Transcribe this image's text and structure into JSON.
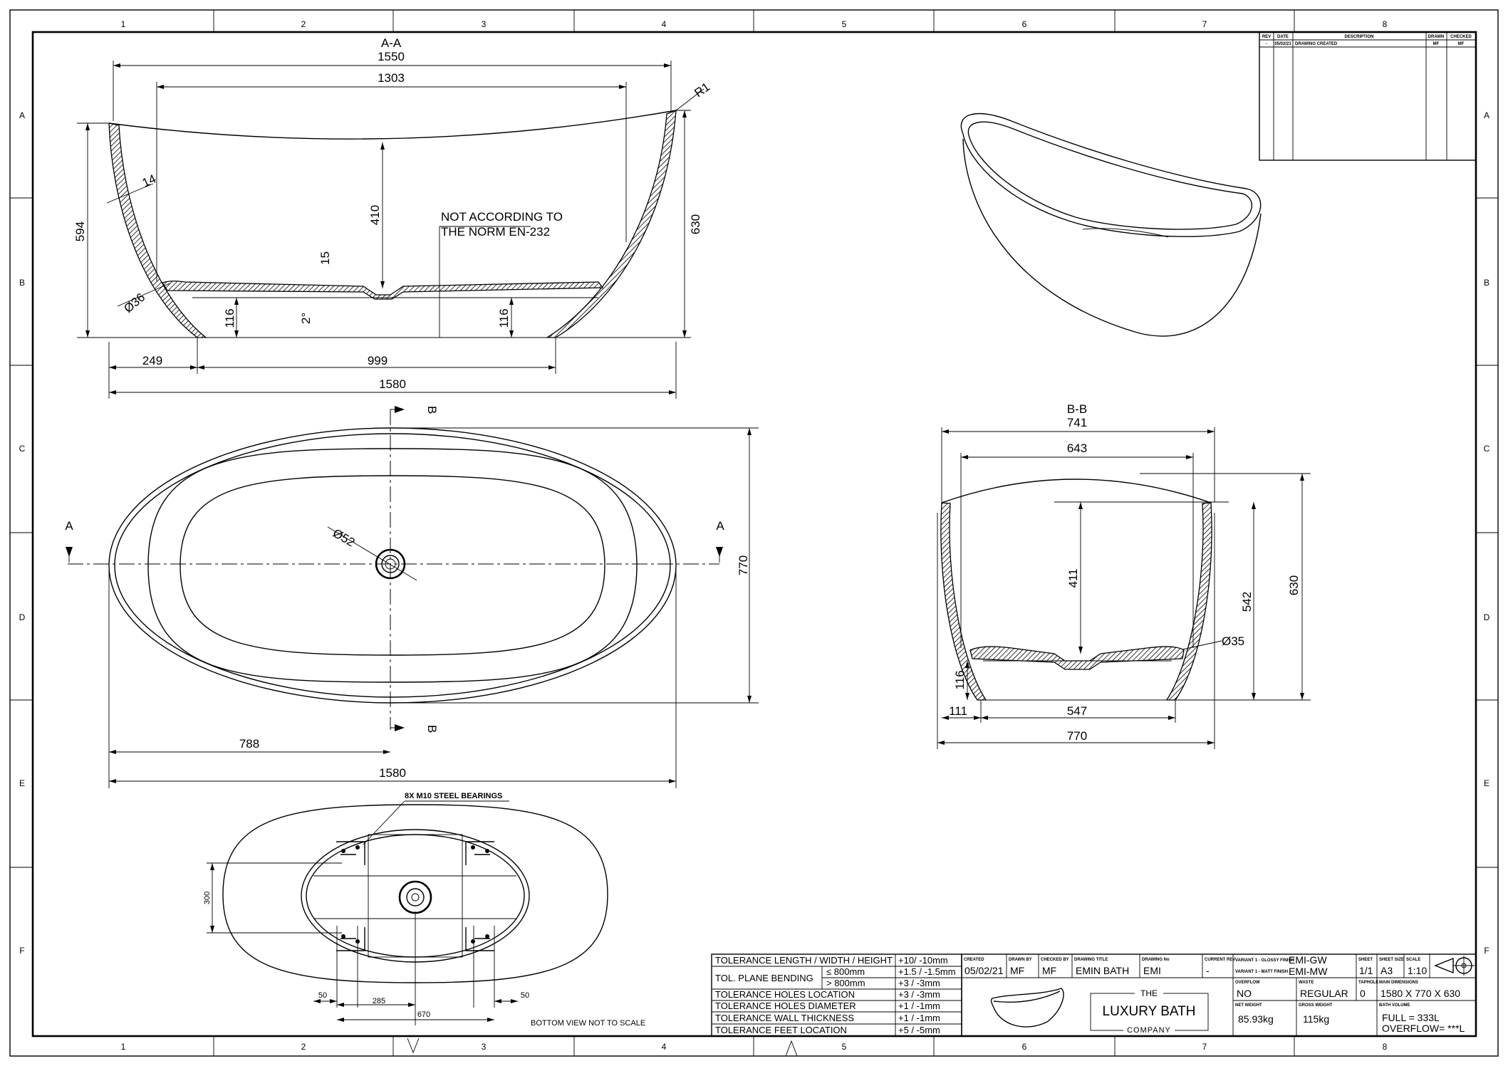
{
  "frame": {
    "columns": [
      "1",
      "2",
      "3",
      "4",
      "5",
      "6",
      "7",
      "8"
    ],
    "rows": [
      "A",
      "B",
      "C",
      "D",
      "E",
      "F"
    ]
  },
  "section_aa": {
    "title": "A-A",
    "dims": {
      "overall_top": "1550",
      "inner_top": "1303",
      "depth": "410",
      "height_left": "594",
      "height_right": "630",
      "radius": "R1",
      "wall": "14",
      "floor": "15",
      "corner": "Ø36",
      "angle": "2°",
      "foot_left": "116",
      "foot_right": "116",
      "offset": "249",
      "foot_span": "999",
      "length": "1580"
    },
    "note_line1": "NOT ACCORDING TO",
    "note_line2": "THE NORM EN-232"
  },
  "top_view": {
    "section_a": "A",
    "section_b": "B",
    "drain": "Ø52",
    "width": "770",
    "center": "788",
    "length": "1580"
  },
  "section_bb": {
    "title": "B-B",
    "dims": {
      "top": "741",
      "inner": "643",
      "depth": "411",
      "inner_height": "542",
      "height": "630",
      "corner": "Ø35",
      "foot": "116",
      "offset": "111",
      "foot_span": "547",
      "width": "770"
    }
  },
  "bottom_view": {
    "bearings": "8X M10 STEEL BEARINGS",
    "dims": {
      "height": "300",
      "left": "50",
      "right": "50",
      "inner": "285",
      "span": "670"
    },
    "note": "BOTTOM VIEW NOT TO SCALE"
  },
  "revision_table": {
    "headers": [
      "REV",
      "DATE",
      "DESCRIPTION",
      "DRAWN",
      "CHECKED"
    ],
    "rows": [
      [
        "-",
        "05/02/21",
        "DRAWING CREATED",
        "MF",
        "MF"
      ]
    ]
  },
  "tolerances": [
    {
      "label": "TOLERANCE LENGTH / WIDTH / HEIGHT",
      "value": "+10/ -10mm"
    },
    {
      "label": "TOL. PLANE BENDING",
      "sub1": "≤  800mm",
      "value1": "+1.5 / -1.5mm",
      "sub2": ">  800mm",
      "value2": "+3 / -3mm"
    },
    {
      "label": "TOLERANCE HOLES LOCATION",
      "value": "+3 / -3mm"
    },
    {
      "label": "TOLERANCE HOLES DIAMETER",
      "value": "+1 / -1mm"
    },
    {
      "label": "TOLERANCE WALL THICKNESS",
      "value": "+1 / -1mm"
    },
    {
      "label": "TOLERANCE FEET LOCATION",
      "value": "+5 / -5mm"
    }
  ],
  "title_block": {
    "created_label": "CREATED",
    "created": "05/02/21",
    "drawn_label": "DRAWN BY",
    "drawn": "MF",
    "checked_label": "CHECKED BY",
    "checked": "MF",
    "title_label": "DRAWING TITLE",
    "title": "EMIN BATH",
    "number_label": "DRAWING No",
    "number": "EMI",
    "rev_label": "CURRENT REV",
    "rev": "-",
    "glossy_label": "VARIANT 1 - GLOSSY FINISH",
    "glossy": "EMI-GW",
    "matt_label": "VARIANT 1 - MATT FINISH",
    "matt": "EMI-MW",
    "sheet_label": "SHEET",
    "sheet": "1/1",
    "size_label": "SHEET SIZE",
    "size": "A3",
    "scale_label": "SCALE",
    "scale": "1:10",
    "overflow_label": "OVERFLOW",
    "overflow": "NO",
    "waste_label": "WASTE",
    "waste": "REGULAR",
    "taphole_label": "TAPHOLE",
    "taphole": "0",
    "main_dims_label": "MAIN DIMENSIONS",
    "main_dims": "1580 X 770 X 630",
    "net_label": "NET WEIGHT",
    "net": "85.93kg",
    "gross_label": "GROSS WEIGHT",
    "gross": "115kg",
    "volume_label": "BATH VOLUME",
    "volume_full": "FULL = 333L",
    "volume_overflow": "OVERFLOW= ***L",
    "logo_the": "THE",
    "logo_name": "LUXURY BATH",
    "logo_company": "COMPANY"
  }
}
